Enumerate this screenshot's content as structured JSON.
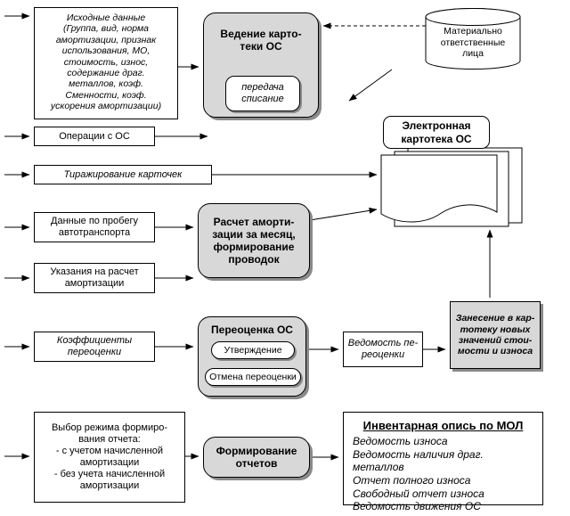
{
  "colors": {
    "process_fill": "#d8d8d8",
    "shadow": "#8a8a8a",
    "line": "#000000"
  },
  "nodes": {
    "source_data": "Исходные данные\n(Группа, вид, норма\nамортизации, признак\nиспользования, МО,\nстоимость, износ,\nсодержание драг.\nметаллов, коэф.\nСменности, коэф.\nускорения амортизации)",
    "os_card_process": "Ведение карто-\nтеки ОС",
    "os_card_actions": "передача\nсписание",
    "mol_cylinder": "Материально\nответственные\nлица",
    "e_card_label": "Электронная\nкартотека ОС",
    "operations": "Операции с ОС",
    "card_copying": "Тиражирование карточек",
    "mileage_data": "Данные по пробегу\nавтотранспорта",
    "depreciation_process": "Расчет аморти-\nзации за месяц,\nформирование\nпроводок",
    "calc_instructions": "Указания на расчет\nамортизации",
    "revaluation_coeffs": "Коэффициенты\nпереоценки",
    "revaluation_process": "Переоценка ОС",
    "approve_button": "Утверждение",
    "cancel_button": "Отмена переоценки",
    "revaluation_sheet": "Ведомость пе-\nреоценки",
    "new_values_process": "Занесение в кар-\nтотеку новых\nзначений стои-\nмости и износа",
    "report_mode": "Выбор режима формиро-\nвания отчета:\n- с учетом начисленной\nамортизации\n- без учета начисленной\nамортизации",
    "report_process": "Формирование\nотчетов",
    "reports_title": "Инвентарная опись по МОЛ",
    "reports_list": "Ведомость износа\nВедомость наличия драг. металлов\nОтчет полного износа\nСвободный отчет износа\nВедомость движения ОС"
  }
}
